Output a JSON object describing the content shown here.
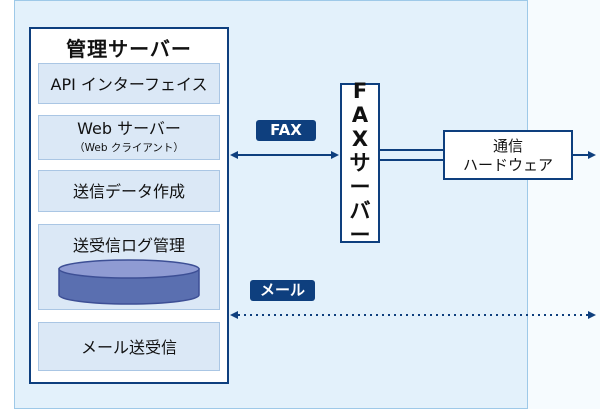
{
  "server": {
    "title": "管理サーバー",
    "modules": [
      {
        "label": "API インターフェイス"
      },
      {
        "label": "Web サーバー",
        "sub": "（Web クライアント）"
      },
      {
        "label": "送信データ作成"
      },
      {
        "label": "送受信ログ管理"
      },
      {
        "label": "メール送受信"
      }
    ]
  },
  "fax_server": {
    "chars": [
      "F",
      "A",
      "X",
      "サ",
      "ー",
      "バ",
      "ー"
    ]
  },
  "comm": {
    "line1": "通信",
    "line2": "ハードウェア"
  },
  "badges": {
    "fax": "FAX",
    "mail": "メール"
  },
  "colors": {
    "navy": "#0e3f7e",
    "panel": "#e3f1fb",
    "db_fill": "#5a6fb0",
    "db_top": "#8f9bd3"
  }
}
